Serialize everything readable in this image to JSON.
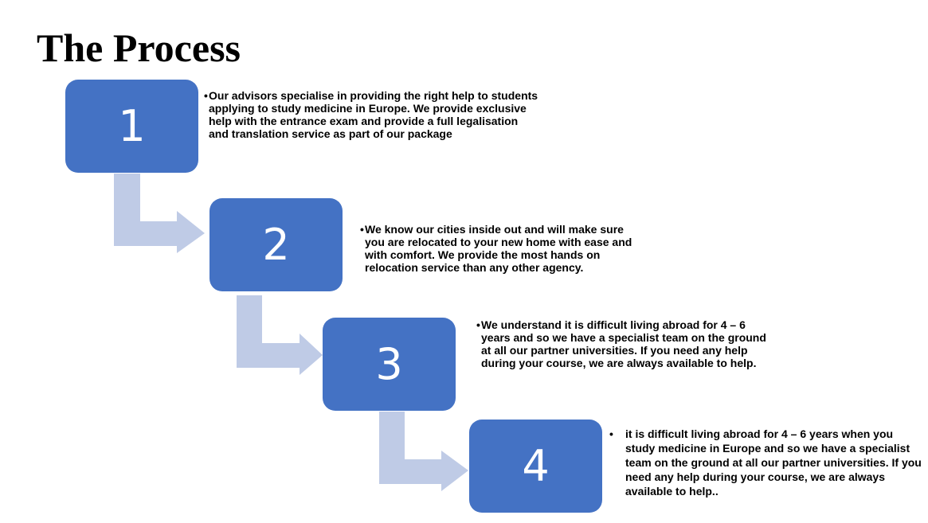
{
  "title": "The Process",
  "colors": {
    "box": "#4472c4",
    "arrow": "#bfcbe6",
    "text": "#000000"
  },
  "steps": [
    {
      "number": "1",
      "bullet": "•",
      "text": "Our advisors specialise in providing the right help to students applying to study medicine in Europe. We provide exclusive help with the entrance exam and provide a full legalisation and translation service as part of our package"
    },
    {
      "number": "2",
      "bullet": "•",
      "text": "We know our cities inside out and will make sure you are relocated to your new home with ease and with comfort. We provide the most hands on relocation service than any other agency."
    },
    {
      "number": "3",
      "bullet": "•",
      "text": "We understand it is difficult living abroad for 4 – 6 years and so we have a specialist team on the ground at all our partner universities. If you need any help during your course, we are always available to help."
    },
    {
      "number": "4",
      "bullet": "•",
      "text": "it is difficult living abroad for 4 – 6 years when you study medicine in Europe and so we have a specialist team on the ground at all our partner universities. If you need any help during your course, we are always available to help.."
    }
  ]
}
